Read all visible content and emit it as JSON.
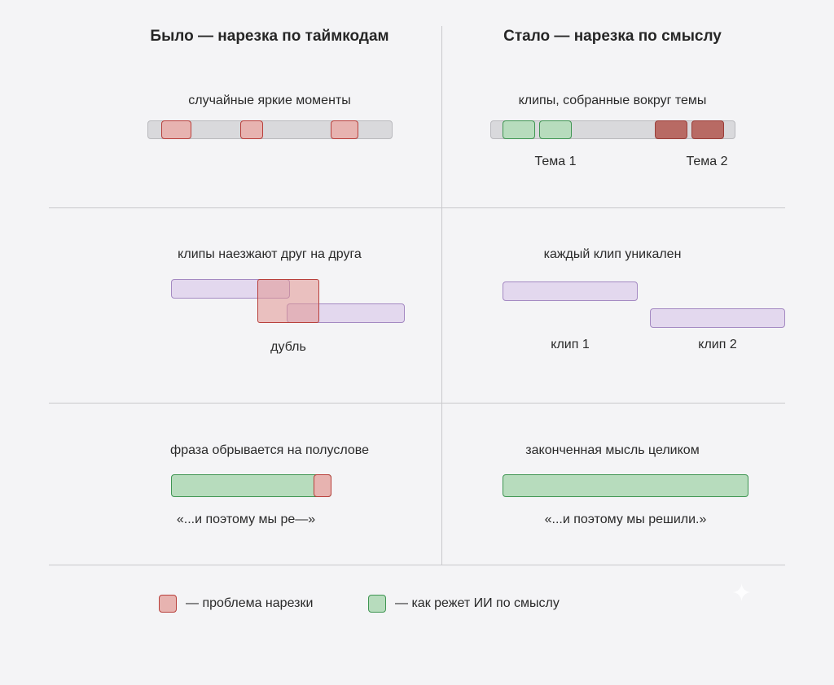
{
  "left": {
    "title": "Было — нарезка по таймкодам",
    "row1": {
      "caption": "случайные яркие моменты"
    },
    "row2": {
      "caption": "клипы наезжают друг на друга",
      "overlap_label": "дубль"
    },
    "row3": {
      "caption": "фраза обрывается на полуслове",
      "quote": "«...и поэтому мы ре—»"
    }
  },
  "right": {
    "title": "Стало — нарезка по смыслу",
    "row1": {
      "caption": "клипы, собранные вокруг темы",
      "topic1": "Тема 1",
      "topic2": "Тема 2"
    },
    "row2": {
      "caption": "каждый клип уникален",
      "clip1": "клип 1",
      "clip2": "клип 2"
    },
    "row3": {
      "caption": "законченная мысль целиком",
      "quote": "«...и поэтому мы решили.»"
    }
  },
  "legend": {
    "problem": "— проблема нарезки",
    "ai": "— как режет ИИ по смыслу"
  },
  "colors": {
    "problem_red": "#b8403c",
    "ai_green": "#3f9552",
    "clip_purple": "#a489c2"
  }
}
